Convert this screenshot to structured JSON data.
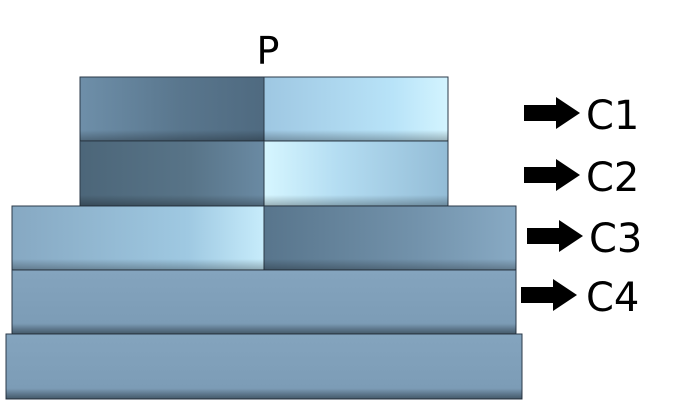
{
  "diagram": {
    "top_label": "P",
    "layer_labels": [
      "C1",
      "C2",
      "C3",
      "C4"
    ],
    "colors": {
      "stroke": "#2b3a48",
      "base_flat": "#7f9fba",
      "dark_block": "#536f85",
      "light_block": "#a9d3ec",
      "highlight": "#d3f4ff",
      "arrow": "#000000"
    }
  }
}
